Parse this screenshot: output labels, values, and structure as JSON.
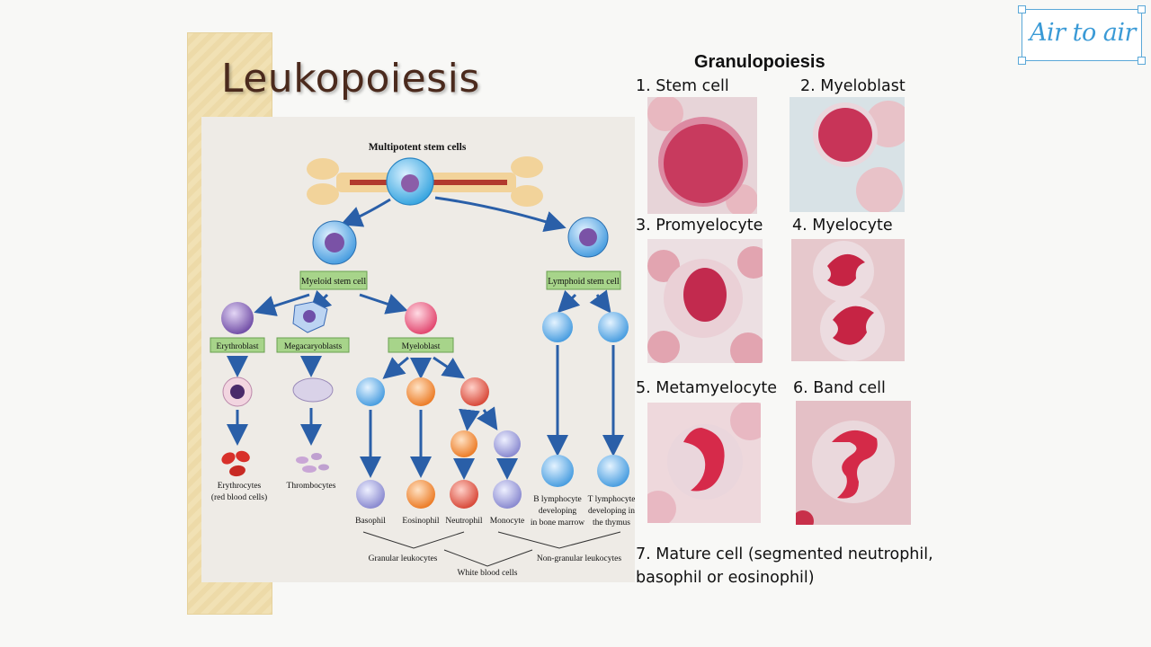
{
  "slide": {
    "title": "Leukopoiesis"
  },
  "logo": {
    "text": "Air to air"
  },
  "diagram": {
    "top_label": "Multipotent stem cells",
    "myeloid_stem_cell": "Myeloid stem cell",
    "lymphoid_stem_cell": "Lymphoid stem cell",
    "erythroblast": "Erythroblast",
    "megacaryoblasts": "Megacaryoblasts",
    "myeloblast": "Myeloblast",
    "erythrocytes_l1": "Erythrocytes",
    "erythrocytes_l2": "(red blood cells)",
    "thrombocytes": "Thrombocytes",
    "basophil": "Basophil",
    "eosinophil": "Eosinophil",
    "neutrophil": "Neutrophil",
    "monocyte": "Monocyte",
    "b_lymph_l1": "B lymphocyte",
    "b_lymph_l2": "developing",
    "b_lymph_l3": "in bone marrow",
    "t_lymph_l1": "T lymphocyte",
    "t_lymph_l2": "developing in",
    "t_lymph_l3": "the thymus",
    "granular_leukocytes": "Granular leukocytes",
    "white_blood_cells": "White blood cells",
    "non_granular_leukocytes": "Non-granular leukocytes",
    "colors": {
      "stem_cell": "#4fb6e6",
      "myeloid": "#5a8fd6",
      "erythroblast": "#7b58b0",
      "myeloblast": "#e8567a",
      "eosinophil": "#f08a2a",
      "neutrophil": "#e87a3a",
      "lymphocyte": "#5fb4e6",
      "label_box": "#a7d48a",
      "arrow": "#2a5fa8"
    }
  },
  "granulopoiesis": {
    "heading": "Granulopoiesis",
    "stages": [
      {
        "caption": "1. Stem cell"
      },
      {
        "caption": "2. Myeloblast"
      },
      {
        "caption": "3. Promyelocyte"
      },
      {
        "caption": "4. Myelocyte"
      },
      {
        "caption": "5. Metamyelocyte"
      },
      {
        "caption": "6. Band cell"
      }
    ],
    "mature_caption": "7. Mature cell (segmented neutrophil, basophil or eosinophil)"
  }
}
